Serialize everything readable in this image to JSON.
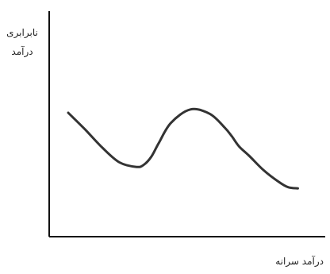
{
  "chart_data": {
    "type": "line",
    "title": "",
    "ylabel_lines": [
      "نابرابری",
      "درآمد"
    ],
    "xlabel": "درآمد سرانه",
    "xlim": [
      0,
      100
    ],
    "ylim": [
      0,
      100
    ],
    "grid": false,
    "legend": "none",
    "series": [
      {
        "x": [
          0,
          7,
          14,
          21,
          28,
          31,
          34,
          37,
          42,
          50,
          58,
          64,
          67,
          70,
          74,
          80,
          86,
          90,
          94
        ],
        "y": [
          69,
          54,
          38,
          25,
          21,
          23,
          30,
          42,
          60,
          72,
          68,
          56,
          48,
          39,
          31,
          18,
          8,
          3,
          2
        ]
      }
    ]
  },
  "colors": {
    "axis": "#111111",
    "line": "#333333"
  }
}
